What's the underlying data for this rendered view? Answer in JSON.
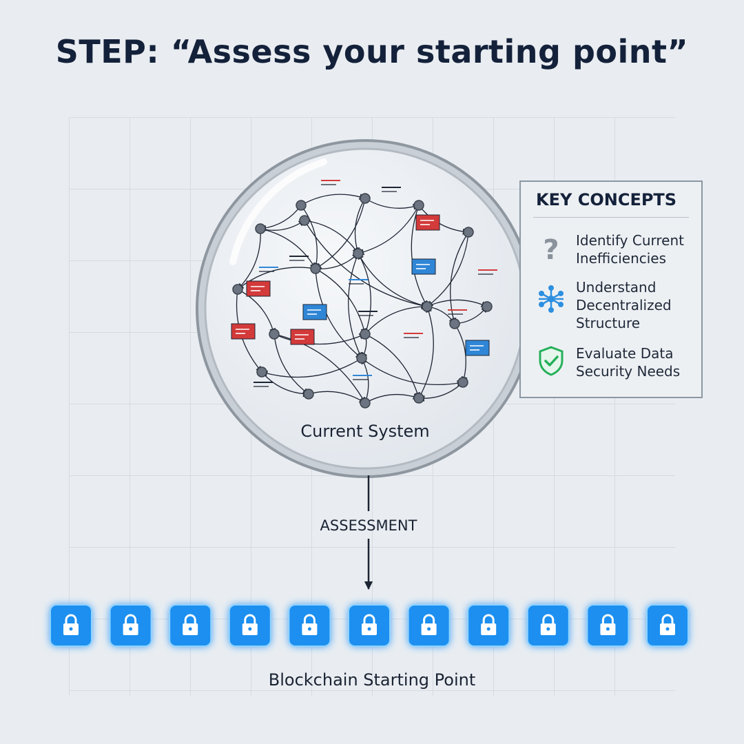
{
  "title": "STEP: “Assess your starting point”",
  "system_label": "Current System",
  "flow_label": "ASSESSMENT",
  "chain_label": "Blockchain Starting Point",
  "key_concepts": {
    "title": "KEY CONCEPTS",
    "items": [
      {
        "icon": "question-mark-icon",
        "text": "Identify Current\nInefficiencies"
      },
      {
        "icon": "network-nodes-icon",
        "text": "Understand\nDecentralized\nStructure"
      },
      {
        "icon": "shield-check-icon",
        "text": "Evaluate Data\nSecurity Needs"
      }
    ]
  },
  "chain": {
    "block_count": 11,
    "block_icon": "padlock-icon"
  },
  "colors": {
    "title": "#14213a",
    "chain_block": "#1f8ff0",
    "chain_glow": "#4db8ff",
    "node": "#6b7480",
    "doc_red": "#d33a3a",
    "doc_blue": "#2f86d6",
    "icon_question": "#8a929c",
    "icon_network": "#2d8fe0",
    "icon_shield": "#25b05a"
  }
}
